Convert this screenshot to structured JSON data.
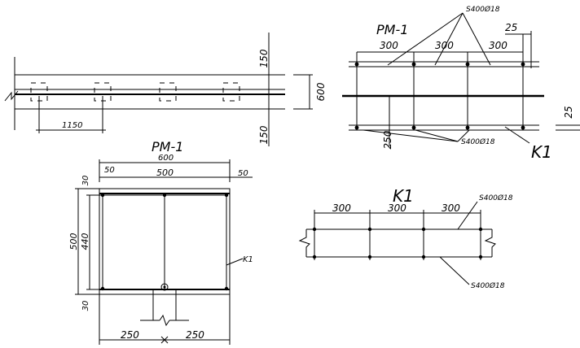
{
  "plan_view": {
    "dim_top": "150",
    "dim_bottom": "150",
    "dim_height": "600",
    "dim_spacing": "1150"
  },
  "section_rm1_top": {
    "title": "PM-1",
    "dim_1": "300",
    "dim_2": "300",
    "dim_3": "300",
    "dim_cover_top": "25",
    "dim_cover_right": "25",
    "dim_left": "250",
    "rebar_top": "S400Ø18",
    "rebar_bottom": "S400Ø18",
    "cage_label": "K1"
  },
  "section_rm1_front": {
    "title": "PM-1",
    "dim_total": "600",
    "dim_inner": "500",
    "dim_left_offset": "50",
    "dim_right_offset": "50",
    "dim_top": "30",
    "dim_bottom": "30",
    "dim_height": "500",
    "dim_inner_height": "440",
    "dim_half_left": "250",
    "dim_half_right": "250",
    "cage_label": "K1"
  },
  "section_k1": {
    "title": "K1",
    "dim_1": "300",
    "dim_2": "300",
    "dim_3": "300",
    "rebar_top": "S400Ø18",
    "rebar_bottom": "S400Ø18"
  }
}
